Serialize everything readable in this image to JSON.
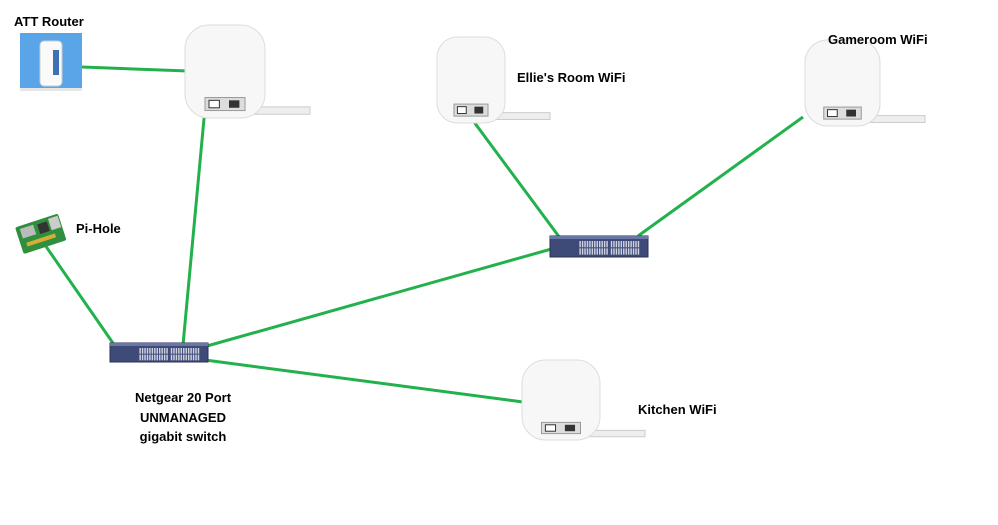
{
  "labels": {
    "router": "ATT Router",
    "pihole": "Pi-Hole",
    "ellie": "Ellie's Room WiFi",
    "gameroom": "Gameroom WiFi",
    "kitchen": "Kitchen WiFi",
    "switch_line1": "Netgear 20 Port",
    "switch_line2": "UNMANAGED",
    "switch_line3": "gigabit switch"
  },
  "connections": [
    {
      "from": "att-router",
      "to": "main-wifi"
    },
    {
      "from": "main-wifi",
      "to": "netgear-switch"
    },
    {
      "from": "pi-hole",
      "to": "netgear-switch"
    },
    {
      "from": "netgear-switch",
      "to": "secondary-switch"
    },
    {
      "from": "netgear-switch",
      "to": "kitchen-wifi"
    },
    {
      "from": "ellies-room-wifi",
      "to": "secondary-switch"
    },
    {
      "from": "secondary-switch",
      "to": "gameroom-wifi"
    }
  ],
  "colors": {
    "link": "#22b14c",
    "router_bg": "#5aa5e8",
    "switch": "#3e4a78"
  }
}
